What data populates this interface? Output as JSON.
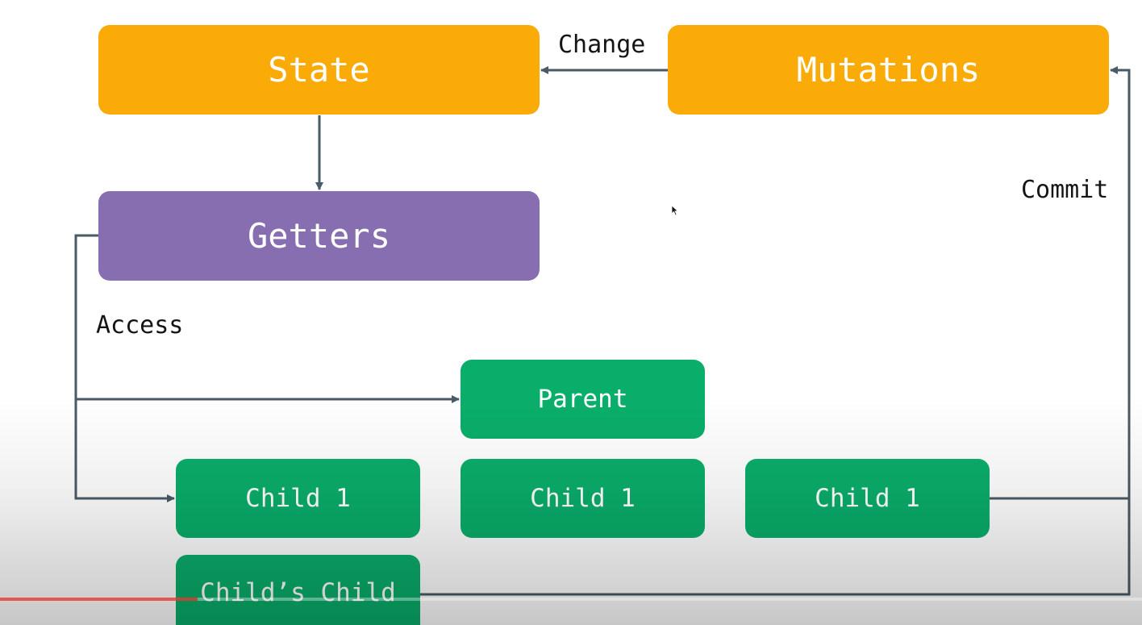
{
  "nodes": {
    "state": "State",
    "mutations": "Mutations",
    "getters": "Getters",
    "parent": "Parent",
    "child_left": "Child 1",
    "child_middle": "Child 1",
    "child_right": "Child 1",
    "childs_child": "Child’s Child"
  },
  "edge_labels": {
    "change": "Change",
    "commit": "Commit",
    "access": "Access"
  },
  "colors": {
    "state": "#fbab08",
    "mutations": "#fbab08",
    "getters": "#866eb1",
    "components": "#0aae6b",
    "arrows": "#4a5a66",
    "progress": "#e6392f"
  }
}
